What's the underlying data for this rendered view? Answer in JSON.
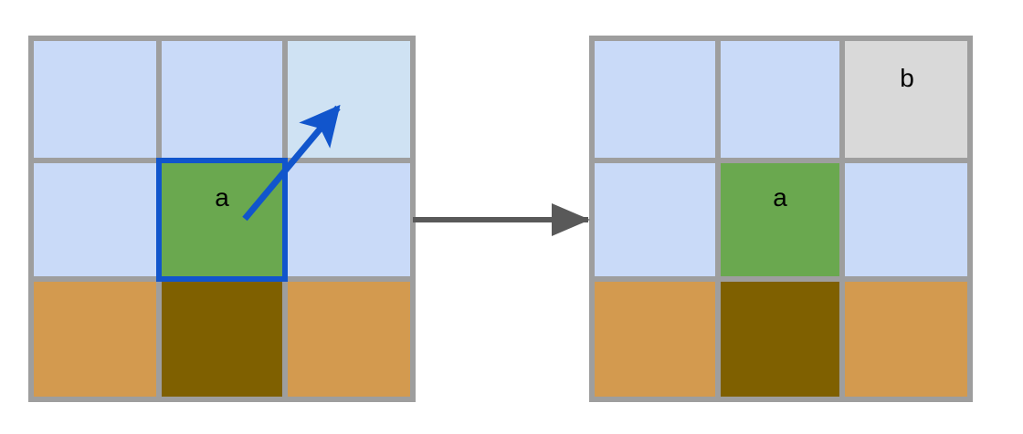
{
  "colors": {
    "grid_line": "#9e9e9e",
    "sky": "#c9daf8",
    "sky_highlight": "#cfe2f3",
    "agent": "#6aa84f",
    "dirt": "#d39a4f",
    "dark_dirt": "#7f6000",
    "placed_block": "#d9d9d9",
    "selection_outline": "#1155cc",
    "action_arrow": "#1155cc",
    "transition_arrow": "#595959"
  },
  "before_grid": {
    "cells": [
      [
        "sky",
        "sky",
        "sky_highlight"
      ],
      [
        "sky",
        "agent",
        "sky"
      ],
      [
        "dirt",
        "dark_dirt",
        "dirt"
      ]
    ],
    "agent_label": "a"
  },
  "after_grid": {
    "cells": [
      [
        "sky",
        "sky",
        "placed_block"
      ],
      [
        "sky",
        "agent",
        "sky"
      ],
      [
        "dirt",
        "dark_dirt",
        "dirt"
      ]
    ],
    "agent_label": "a",
    "placed_label": "b"
  }
}
